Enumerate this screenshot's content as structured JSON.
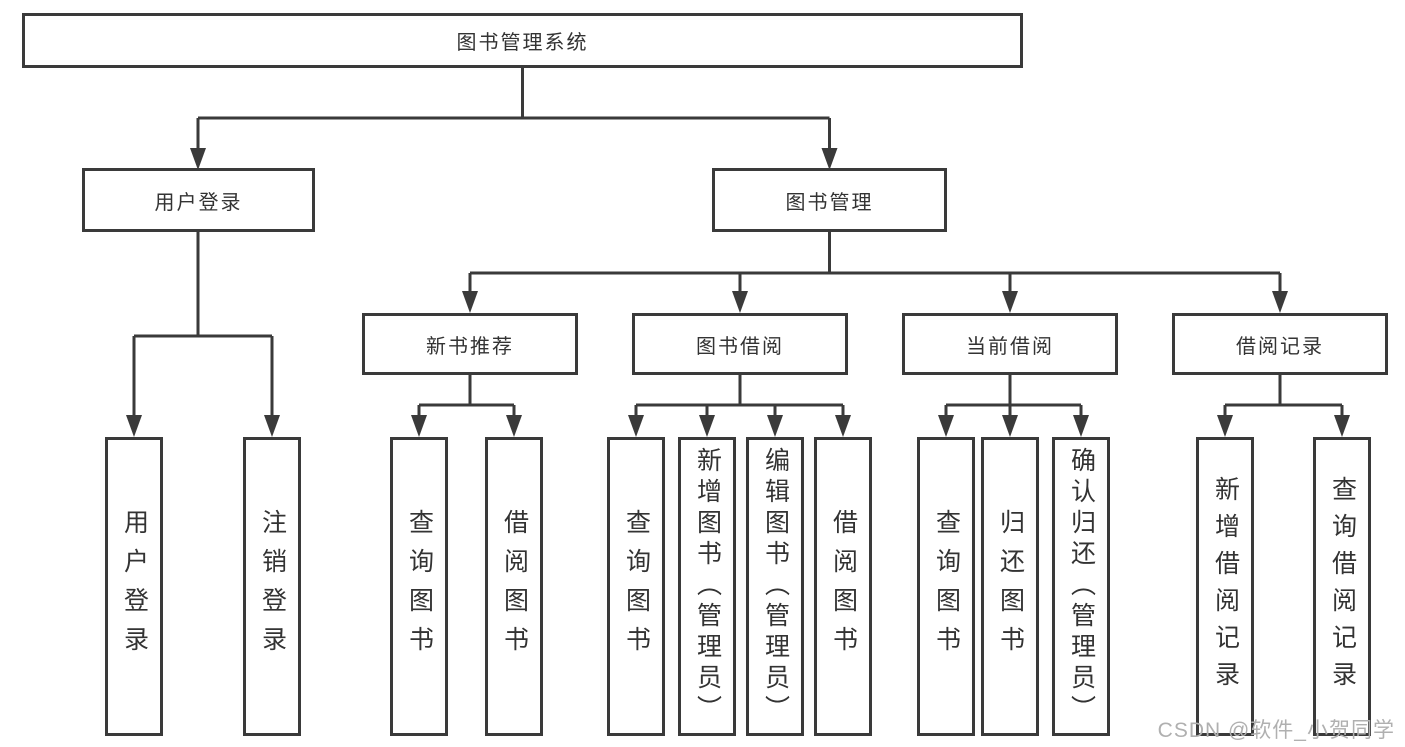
{
  "diagram": {
    "root": {
      "label": "图书管理系统"
    },
    "level2": [
      {
        "label": "用户登录"
      },
      {
        "label": "图书管理"
      }
    ],
    "level3": [
      {
        "label": "新书推荐"
      },
      {
        "label": "图书借阅"
      },
      {
        "label": "当前借阅"
      },
      {
        "label": "借阅记录"
      }
    ],
    "leaves": {
      "login": [
        {
          "label": "用户登录"
        },
        {
          "label": "注销登录"
        }
      ],
      "recommend": [
        {
          "label": "查询图书"
        },
        {
          "label": "借阅图书"
        }
      ],
      "borrow": [
        {
          "label": "查询图书"
        },
        {
          "label": "新增图书（管理员）"
        },
        {
          "label": "编辑图书（管理员）"
        },
        {
          "label": "借阅图书"
        }
      ],
      "current": [
        {
          "label": "查询图书"
        },
        {
          "label": "归还图书"
        },
        {
          "label": "确认归还（管理员）"
        }
      ],
      "record": [
        {
          "label": "新增借阅记录"
        },
        {
          "label": "查询借阅记录"
        }
      ]
    }
  },
  "watermark": "CSDN @软件_小贺同学",
  "colors": {
    "line": "#3a3a3a",
    "text": "#333333",
    "watermark": "#b0b0b0",
    "background": "#ffffff"
  }
}
